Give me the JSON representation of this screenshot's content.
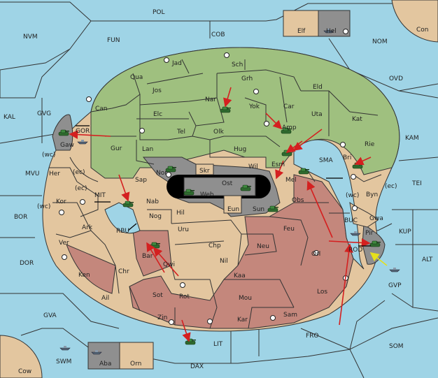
{
  "ocean_provinces": [
    {
      "id": "pol",
      "label": "POL"
    },
    {
      "id": "fun",
      "label": "FUN"
    },
    {
      "id": "cob",
      "label": "COB"
    },
    {
      "id": "nvm",
      "label": "NVM"
    },
    {
      "id": "nom",
      "label": "NOM"
    },
    {
      "id": "ovd",
      "label": "OVD"
    },
    {
      "id": "kal",
      "label": "KAL"
    },
    {
      "id": "gvg",
      "label": "GVG"
    },
    {
      "id": "mvu",
      "label": "MVU"
    },
    {
      "id": "bor",
      "label": "BOR"
    },
    {
      "id": "dor",
      "label": "DOR"
    },
    {
      "id": "gva",
      "label": "GVA"
    },
    {
      "id": "kam",
      "label": "KAM"
    },
    {
      "id": "tei",
      "label": "TEI"
    },
    {
      "id": "kup",
      "label": "KUP"
    },
    {
      "id": "alt",
      "label": "ALT"
    },
    {
      "id": "fro",
      "label": "FRO"
    },
    {
      "id": "som",
      "label": "SOM"
    },
    {
      "id": "lit",
      "label": "LIT"
    },
    {
      "id": "dax",
      "label": "DAX"
    },
    {
      "id": "swm",
      "label": "SWM"
    },
    {
      "id": "mit",
      "label": "MIT"
    },
    {
      "id": "rbu",
      "label": "RBU"
    },
    {
      "id": "sma",
      "label": "SMA"
    },
    {
      "id": "gor",
      "label": "GOR"
    },
    {
      "id": "buc",
      "label": "BUC"
    },
    {
      "id": "rod",
      "label": "ROD"
    }
  ],
  "land_provinces": [
    {
      "id": "jad",
      "label": "Jad"
    },
    {
      "id": "sch",
      "label": "Sch"
    },
    {
      "id": "qua",
      "label": "Qua"
    },
    {
      "id": "jos",
      "label": "Jos"
    },
    {
      "id": "grh",
      "label": "Grh"
    },
    {
      "id": "eld",
      "label": "Eld"
    },
    {
      "id": "can",
      "label": "Can"
    },
    {
      "id": "nar",
      "label": "Nar"
    },
    {
      "id": "yok",
      "label": "Yok"
    },
    {
      "id": "car",
      "label": "Car"
    },
    {
      "id": "uta",
      "label": "Uta"
    },
    {
      "id": "kat",
      "label": "Kat"
    },
    {
      "id": "elc",
      "label": "Elc"
    },
    {
      "id": "tel",
      "label": "Tel"
    },
    {
      "id": "olk",
      "label": "Olk"
    },
    {
      "id": "amp",
      "label": "Amp"
    },
    {
      "id": "rie",
      "label": "Rie"
    },
    {
      "id": "gur",
      "label": "Gur"
    },
    {
      "id": "lan",
      "label": "Lan"
    },
    {
      "id": "hug",
      "label": "Hug"
    },
    {
      "id": "esm",
      "label": "Esm"
    },
    {
      "id": "bri",
      "label": "Bri"
    },
    {
      "id": "gaw",
      "label": "Gaw"
    },
    {
      "id": "her",
      "label": "Her"
    },
    {
      "id": "nor",
      "label": "Nor"
    },
    {
      "id": "wil",
      "label": "Wil"
    },
    {
      "id": "kor",
      "label": "Kor"
    },
    {
      "id": "sap",
      "label": "Sap"
    },
    {
      "id": "skr",
      "label": "Skr"
    },
    {
      "id": "ost",
      "label": "Ost"
    },
    {
      "id": "web",
      "label": "Web"
    },
    {
      "id": "mel",
      "label": "Mel"
    },
    {
      "id": "byn",
      "label": "Byn"
    },
    {
      "id": "nab",
      "label": "Nab"
    },
    {
      "id": "eun",
      "label": "Eun"
    },
    {
      "id": "sun",
      "label": "Sun"
    },
    {
      "id": "obs",
      "label": "Obs"
    },
    {
      "id": "hil",
      "label": "Hil"
    },
    {
      "id": "ark",
      "label": "Ark"
    },
    {
      "id": "nog",
      "label": "Nog"
    },
    {
      "id": "gwa",
      "label": "Gwa"
    },
    {
      "id": "uru",
      "label": "Uru"
    },
    {
      "id": "feu",
      "label": "Feu"
    },
    {
      "id": "pir",
      "label": "Pir"
    },
    {
      "id": "ver",
      "label": "Ver"
    },
    {
      "id": "chp",
      "label": "Chp"
    },
    {
      "id": "neu",
      "label": "Neu"
    },
    {
      "id": "bar",
      "label": "Bar"
    },
    {
      "id": "qwi",
      "label": "Qwi"
    },
    {
      "id": "nil",
      "label": "Nil"
    },
    {
      "id": "orl",
      "label": "Orl"
    },
    {
      "id": "ken",
      "label": "Ken"
    },
    {
      "id": "chr",
      "label": "Chr"
    },
    {
      "id": "kaa",
      "label": "Kaa"
    },
    {
      "id": "ail",
      "label": "Ail"
    },
    {
      "id": "sot",
      "label": "Sot"
    },
    {
      "id": "rot",
      "label": "Rot"
    },
    {
      "id": "mou",
      "label": "Mou"
    },
    {
      "id": "los",
      "label": "Los"
    },
    {
      "id": "zin",
      "label": "Zin"
    },
    {
      "id": "kar",
      "label": "Kar"
    },
    {
      "id": "sam",
      "label": "Sam"
    },
    {
      "id": "elf",
      "label": "Elf"
    },
    {
      "id": "hel",
      "label": "Hel"
    },
    {
      "id": "con",
      "label": "Con"
    },
    {
      "id": "aba",
      "label": "Aba"
    },
    {
      "id": "orn",
      "label": "Orn"
    },
    {
      "id": "cow",
      "label": "Cow"
    },
    {
      "id": "gvp",
      "label": "GVP"
    }
  ],
  "coast_labels": [
    {
      "id": "wc1",
      "label": "(wc)"
    },
    {
      "id": "ec1",
      "label": "(ec)"
    },
    {
      "id": "ec2",
      "label": "(ec)"
    },
    {
      "id": "wc2",
      "label": "(wc)"
    },
    {
      "id": "wc3",
      "label": "(wc)"
    },
    {
      "id": "ec3",
      "label": "(ec)"
    }
  ],
  "owner_colors": {
    "green": "#9fc07f",
    "tan": "#e3c69f",
    "red": "#c4877c",
    "gray": "#8f8f8f",
    "sea": "#9fd4e6"
  },
  "order_colors": {
    "move": "#d42020",
    "support": "#e6e01a"
  }
}
